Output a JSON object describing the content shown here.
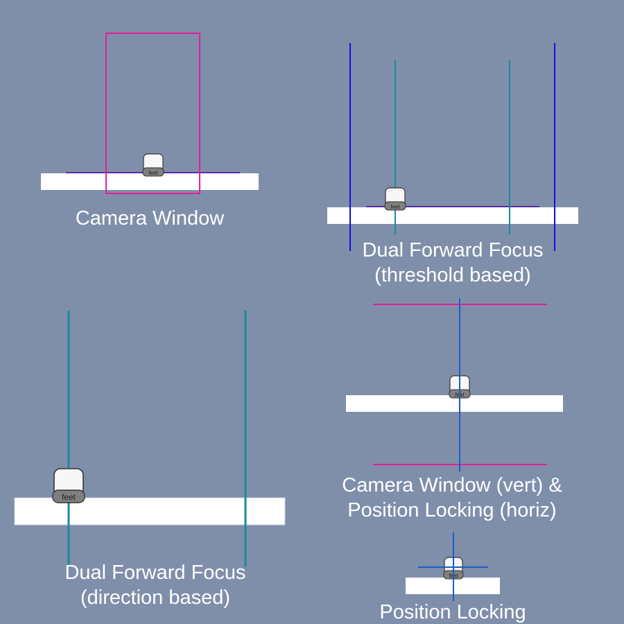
{
  "colors": {
    "background": "#7f8faa",
    "platform": "#ffffff",
    "camera_window": "#e0209a",
    "threshold": "#1010e0",
    "focus_line": "#1a8a9c",
    "ground_line": "#5a2aa8",
    "position_lock": "#1a5cc8",
    "caption": "#ffffff"
  },
  "character": {
    "label": "feet"
  },
  "captions": {
    "camera_window": "Camera Window",
    "dual_forward_threshold_line1": "Dual Forward Focus",
    "dual_forward_threshold_line2": "(threshold based)",
    "camera_window_vert_line1": "Camera Window (vert) &",
    "camera_window_vert_line2": "Position Locking (horiz)",
    "dual_forward_direction_line1": "Dual Forward Focus",
    "dual_forward_direction_line2": "(direction based)",
    "position_locking": "Position Locking"
  }
}
